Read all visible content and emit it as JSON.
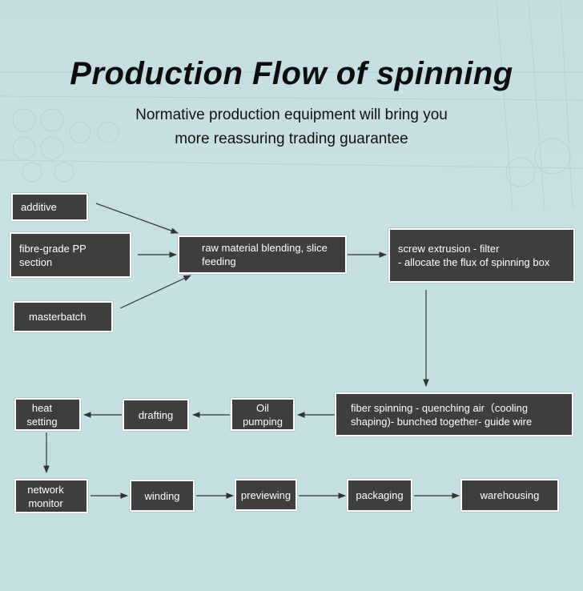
{
  "title": "Production Flow of spinning",
  "subtitle": {
    "line1": "Normative production equipment will bring you",
    "line2": "more reassuring trading guarantee"
  },
  "nodes": {
    "additive": "additive",
    "fibre_grade_pp": "fibre-grade PP section",
    "masterbatch": "masterbatch",
    "raw_material": "raw material blending, slice feeding",
    "screw_extrusion": "screw extrusion - filter\n- allocate the flux of spinning box",
    "fiber_spinning": "fiber spinning - quenching air（cooling shaping)- bunched together- guide wire",
    "oil_pumping": "Oil pumping",
    "drafting": "drafting",
    "heat_setting": "heat setting",
    "network_monitor": "network monitor",
    "winding": "winding",
    "previewing": "previewing",
    "packaging": "packaging",
    "warehousing": "warehousing"
  },
  "colors": {
    "background": "#c4dee2",
    "node_fill": "#3e3e3e",
    "node_text": "#ffffff",
    "arrow": "#333333"
  }
}
